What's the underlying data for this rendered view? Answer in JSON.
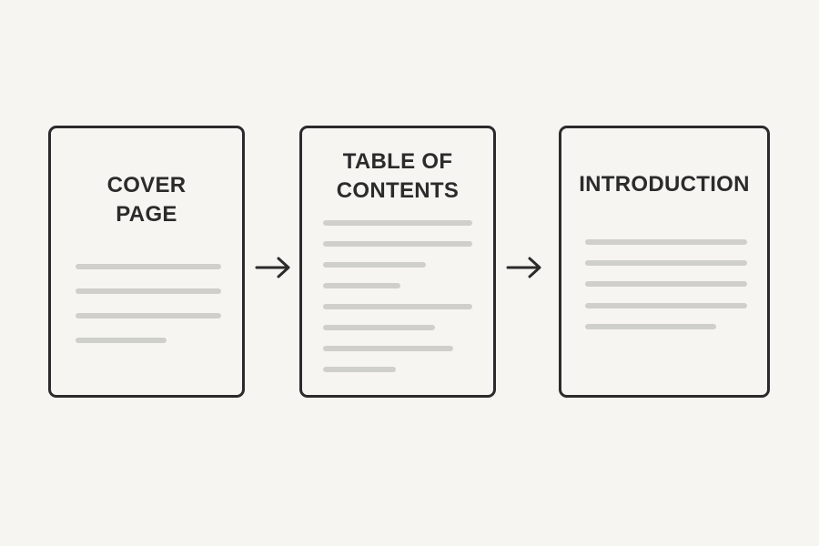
{
  "pages": [
    {
      "id": "cover",
      "title_lines": [
        "COVER",
        "PAGE"
      ],
      "text_lines": 4
    },
    {
      "id": "toc",
      "title_lines": [
        "TABLE OF",
        "CONTENTS"
      ],
      "text_lines": 8
    },
    {
      "id": "intro",
      "title_lines": [
        "INTRODUCTION"
      ],
      "text_lines": 5
    }
  ],
  "colors": {
    "background": "#f6f5f2",
    "outline": "#2b2b2b",
    "text_placeholder": "#cfcfcc"
  },
  "icons": [
    "arrow-right-icon",
    "arrow-right-icon"
  ]
}
